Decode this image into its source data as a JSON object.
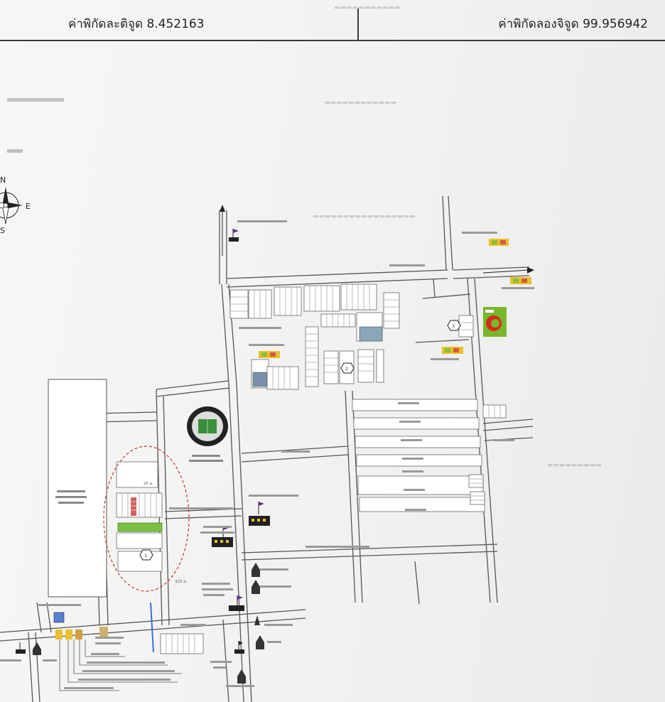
{
  "header": {
    "latitude_label": "ค่าพิกัดละติจูด 8.452163",
    "longitude_label": "ค่าพิกัดลองจิจูด 99.956942"
  },
  "compass": {
    "north": "N",
    "east": "E",
    "south": "S"
  },
  "markers": {
    "one": "1",
    "two": "2",
    "three": "3"
  },
  "distances": {
    "d1": "25 ม.",
    "d2": "325 ม."
  },
  "colors": {
    "road": "#555555",
    "highlight": "#7bc043",
    "circle": "#c0392b",
    "bigc_bg": "#7ab52e",
    "bigc_red": "#d62c1a",
    "flag": "#6a2c91",
    "canal": "#3b6fd6"
  }
}
